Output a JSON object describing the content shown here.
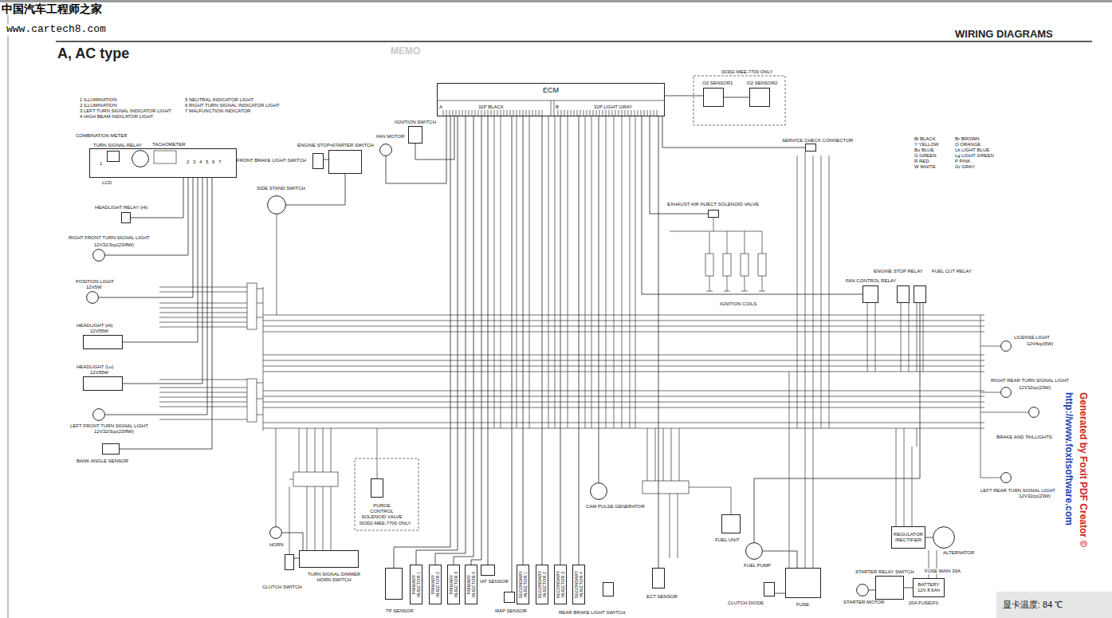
{
  "diagram": {
    "title": "A, AC type",
    "nodes": [
      {
        "text": [
          "COMBINATION METER"
        ]
      },
      {
        "text": [
          "TURN SIGNAL RELAY"
        ],
        "in": 0
      },
      {
        "text": [
          "TACHOMETER"
        ],
        "in": 0
      },
      {
        "text": [
          "HEADLIGHT RELAY (Hi)"
        ]
      },
      {
        "text": [
          "RIGHT FRONT TURN SIGNAL LIGHT",
          "12V32/3cp(23/8W)"
        ]
      },
      {
        "text": [
          "POSITION LIGHT",
          "12V5W"
        ]
      },
      {
        "text": [
          "HEADLIGHT (Hi)",
          "12V55W"
        ]
      },
      {
        "text": [
          "HEADLIGHT (Lo)",
          "12V55W"
        ]
      },
      {
        "text": [
          "LEFT FRONT TURN SIGNAL LIGHT",
          "12V32/3cp(23/8W)"
        ]
      },
      {
        "text": [
          "BANK ANGLE SENSOR"
        ]
      },
      {
        "text": [
          "HORN"
        ]
      },
      {
        "text": [
          "CLUTCH SWITCH"
        ]
      },
      {
        "text": [
          "TURN SIGNAL DIMMER HORN SWITCH"
        ]
      },
      {
        "text": [
          "FRONT BRAKE LIGHT SWITCH"
        ]
      },
      {
        "text": [
          "ENGINE STOP•STARTER SWITCH"
        ]
      },
      {
        "text": [
          "SIDE STAND SWITCH"
        ]
      },
      {
        "text": [
          "FAN MOTOR"
        ]
      },
      {
        "text": [
          "IGNITION SWITCH"
        ]
      },
      {
        "text": [
          "ECM"
        ]
      },
      {
        "text": [
          "O2 SENSOR1"
        ]
      },
      {
        "text": [
          "O2 SENSOR2"
        ]
      },
      {
        "text": [
          "SERVICE CHECK CONNECTOR"
        ]
      },
      {
        "text": [
          "EXHAUST AIR INJECT SOLENOID VALVE"
        ]
      },
      {
        "text": [
          "FAN CONTROL RELAY"
        ]
      },
      {
        "text": [
          "ENGINE STOP RELAY"
        ]
      },
      {
        "text": [
          "FUEL CUT RELAY"
        ]
      },
      {
        "text": [
          "LICENSE LIGHT",
          "12V4cp(5W)"
        ]
      },
      {
        "text": [
          "RIGHT REAR TURN SIGNAL LIGHT",
          "12V32cp(23W)"
        ]
      },
      {
        "text": [
          "BRAKE AND TAILLIGHTS"
        ]
      },
      {
        "text": [
          "LEFT REAR TURN SIGNAL LIGHT",
          "12V32cp(23W)"
        ]
      },
      {
        "text": [
          "REGULATOR /RECTIFIER"
        ]
      },
      {
        "text": [
          "ALTERNATOR"
        ]
      },
      {
        "text": [
          "STARTER RELAY SWITCH"
        ]
      },
      {
        "text": [
          "BATTERY 12V 8.6Ah"
        ]
      },
      {
        "text": [
          "STARTER MOTOR"
        ]
      },
      {
        "text": [
          "PURGE CONTROL SOLENOID VALVE",
          "00302-MEE-7700 ONLY"
        ]
      },
      {
        "text": [
          "CAM PULSE GENERATOR"
        ]
      },
      {
        "text": [
          "TP SENSOR"
        ]
      },
      {
        "text": [
          "PRIMARY INJECTOR 1"
        ]
      },
      {
        "text": [
          "PRIMARY INJECTOR 2"
        ]
      },
      {
        "text": [
          "PRIMARY INJECTOR 3"
        ]
      },
      {
        "text": [
          "PRIMARY INJECTOR 4"
        ]
      },
      {
        "text": [
          "IAT SENSOR"
        ]
      },
      {
        "text": [
          "MAP SENSOR"
        ]
      },
      {
        "text": [
          "SECONDARY INJECTOR 1"
        ]
      },
      {
        "text": [
          "SECONDARY INJECTOR 2"
        ]
      },
      {
        "text": [
          "SECONDARY INJECTOR 3"
        ]
      },
      {
        "text": [
          "SECONDARY INJECTOR 4"
        ]
      },
      {
        "text": [
          "REAR BRAKE LIGHT SWITCH"
        ]
      },
      {
        "text": [
          "ECT SENSOR"
        ]
      },
      {
        "text": [
          "FUEL UNIT"
        ]
      },
      {
        "text": [
          "FUEL PUMP"
        ]
      },
      {
        "text": [
          "CLUTCH DIODE"
        ]
      },
      {
        "text": [
          "FUSE"
        ]
      }
    ],
    "edges": [
      {
        "from": 3,
        "to": 0,
        "arrow": "none"
      },
      {
        "from": 4,
        "to": 0,
        "arrow": "none"
      },
      {
        "from": 5,
        "to": 0,
        "arrow": "none"
      },
      {
        "from": 6,
        "to": 0,
        "arrow": "none"
      },
      {
        "from": 7,
        "to": 0,
        "arrow": "none"
      },
      {
        "from": 8,
        "to": 0,
        "arrow": "none"
      },
      {
        "from": 9,
        "to": 0,
        "arrow": "none"
      },
      {
        "from": 10,
        "to": 12,
        "arrow": "none"
      },
      {
        "from": 11,
        "to": 12,
        "arrow": "none"
      },
      {
        "from": 13,
        "to": 14,
        "arrow": "none"
      },
      {
        "from": 15,
        "to": 14,
        "arrow": "none"
      },
      {
        "from": 18,
        "to": 16,
        "arrow": "none"
      },
      {
        "from": 18,
        "to": 17,
        "arrow": "none"
      },
      {
        "from": 18,
        "to": 19,
        "arrow": "none"
      },
      {
        "from": 19,
        "to": 20,
        "arrow": "none"
      },
      {
        "from": 18,
        "to": 21,
        "arrow": "none"
      },
      {
        "from": 18,
        "to": 22,
        "arrow": "none"
      },
      {
        "from": 18,
        "to": 23,
        "arrow": "none"
      },
      {
        "from": 18,
        "to": 37,
        "arrow": "none"
      },
      {
        "from": 18,
        "to": 38,
        "arrow": "none"
      },
      {
        "from": 18,
        "to": 39,
        "arrow": "none"
      },
      {
        "from": 18,
        "to": 40,
        "arrow": "none"
      },
      {
        "from": 18,
        "to": 41,
        "arrow": "none"
      },
      {
        "from": 18,
        "to": 42,
        "arrow": "none"
      },
      {
        "from": 18,
        "to": 43,
        "arrow": "none"
      },
      {
        "from": 18,
        "to": 44,
        "arrow": "none"
      },
      {
        "from": 18,
        "to": 45,
        "arrow": "none"
      },
      {
        "from": 18,
        "to": 46,
        "arrow": "none"
      },
      {
        "from": 18,
        "to": 47,
        "arrow": "none"
      },
      {
        "from": 18,
        "to": 36,
        "arrow": "none"
      },
      {
        "from": 18,
        "to": 49,
        "arrow": "none"
      },
      {
        "from": 25,
        "to": 51,
        "arrow": "none"
      },
      {
        "from": 30,
        "to": 31,
        "arrow": "none"
      },
      {
        "from": 33,
        "to": 32,
        "arrow": "none"
      },
      {
        "from": 32,
        "to": 34,
        "arrow": "none"
      },
      {
        "from": 51,
        "to": 53,
        "arrow": "none"
      },
      {
        "from": 52,
        "to": 53,
        "arrow": "none"
      }
    ],
    "labels": [
      "中国汽车工程师之家",
      "www.cartech8.com",
      "WIRING DIAGRAMS",
      "MEMO",
      "1 ILLUMINATION",
      "2 ILLUMINATION",
      "3 LEFT TURN SIGNAL INDICATOR LIGHT",
      "4 HIGH BEAM INDICATOR LIGHT",
      "5 NEUTRAL INDICATOR LIGHT",
      "6 RIGHT TURN SIGNAL INDICATOR LIGHT",
      "7 MALFUNCTION INDICATOR",
      "LCD",
      "1",
      "2",
      "3",
      "4",
      "5",
      "6",
      "7",
      "A",
      "32P BLACK",
      "B",
      "32P LIGHT GRAY",
      "00302-MEE-7700 ONLY",
      "Bl BLACK",
      "Y YELLOW",
      "Bu BLUE",
      "G GREEN",
      "R RED",
      "W WHITE",
      "Br BROWN",
      "O ORANGE",
      "Lb LIGHT BLUE",
      "Lg LIGHT GREEN",
      "P PINK",
      "Gr GRAY",
      "IGNITION COILS",
      "FUSE MAIN 30A",
      "20A FUSE(FI)",
      "Generated by Foxit PDF Creator ©",
      "http://www.foxitsoftware.com",
      "显卡温度: 84 ℃"
    ]
  }
}
